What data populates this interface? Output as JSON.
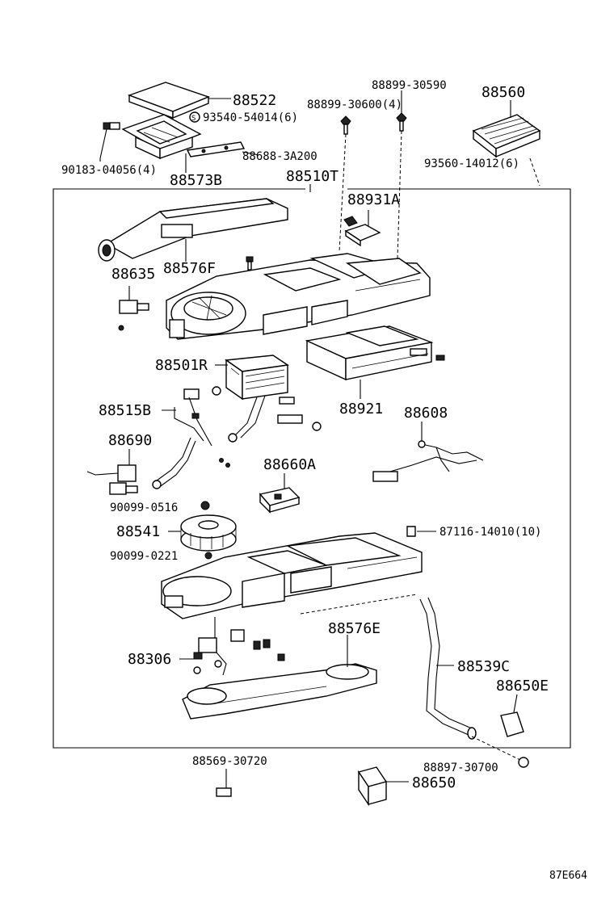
{
  "labels": {
    "p88522": "88522",
    "p93540": "93540-54014(6)",
    "p88899_30600": "88899-30600(4)",
    "p88899_30590": "88899-30590",
    "p88560": "88560",
    "p90183": "90183-04056(4)",
    "p88688": "88688-3A200",
    "p93560": "93560-14012(6)",
    "p88573B": "88573B",
    "p88510T": "88510T",
    "p88931A": "88931A",
    "p88576F": "88576F",
    "p88635": "88635",
    "p88501R": "88501R",
    "p88921": "88921",
    "p88515B": "88515B",
    "p88608": "88608",
    "p88690": "88690",
    "p88660A": "88660A",
    "p90099_0516": "90099-0516",
    "p88541": "88541",
    "p87116": "87116-14010(10)",
    "p90099_0221": "90099-0221",
    "p88576E": "88576E",
    "p88306": "88306",
    "p88539C": "88539C",
    "p88650E": "88650E",
    "p88569": "88569-30720",
    "p88897": "88897-30700",
    "p88650": "88650"
  },
  "callout_symbol": "S",
  "diagram_code": "87E664"
}
